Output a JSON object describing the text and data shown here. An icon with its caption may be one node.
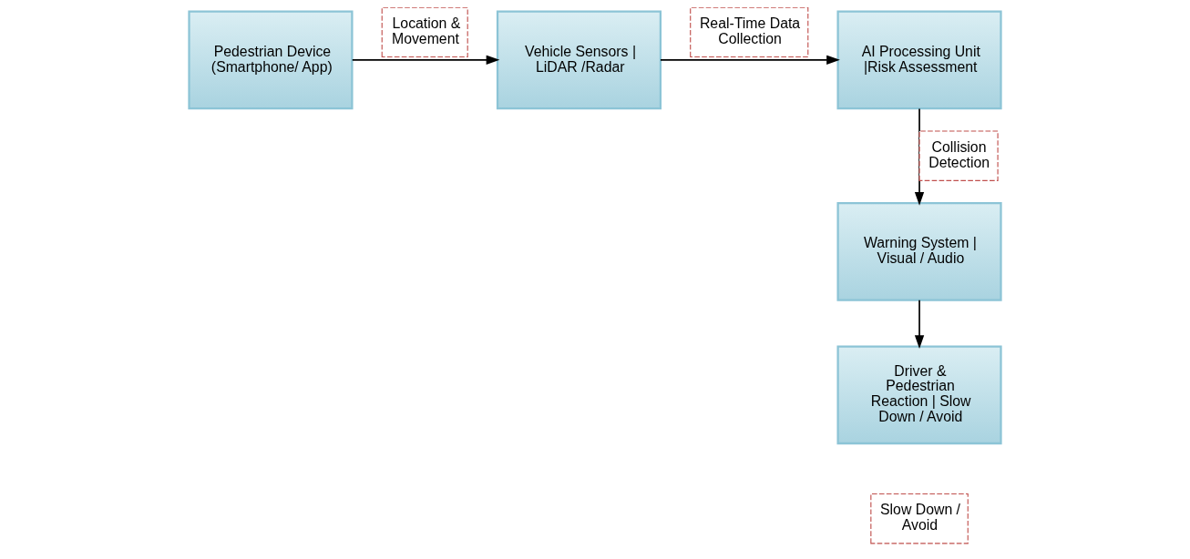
{
  "diagram": {
    "nodes": [
      {
        "text": [
          "Pedestrian Device (Smartphone/ App)"
        ]
      },
      {
        "text": [
          "Vehicle Sensors | LiDAR /Radar"
        ]
      },
      {
        "text": [
          "AI Processing Unit |Risk Assessment"
        ]
      },
      {
        "text": [
          "Warning System | Visual / Audio"
        ]
      },
      {
        "text": [
          "Driver & Pedestrian Reaction | Slow Down / Avoid"
        ]
      }
    ],
    "edges": [
      {
        "from": 0,
        "to": 1,
        "arrow": "to",
        "label": "Location & Movement"
      },
      {
        "from": 1,
        "to": 2,
        "arrow": "to",
        "label": "Real-Time Data Collection"
      },
      {
        "from": 2,
        "to": 3,
        "arrow": "to",
        "label": "Collision Detection"
      },
      {
        "from": 3,
        "to": 4,
        "arrow": "to"
      }
    ],
    "labels": [
      "Slow Down / Avoid"
    ]
  }
}
